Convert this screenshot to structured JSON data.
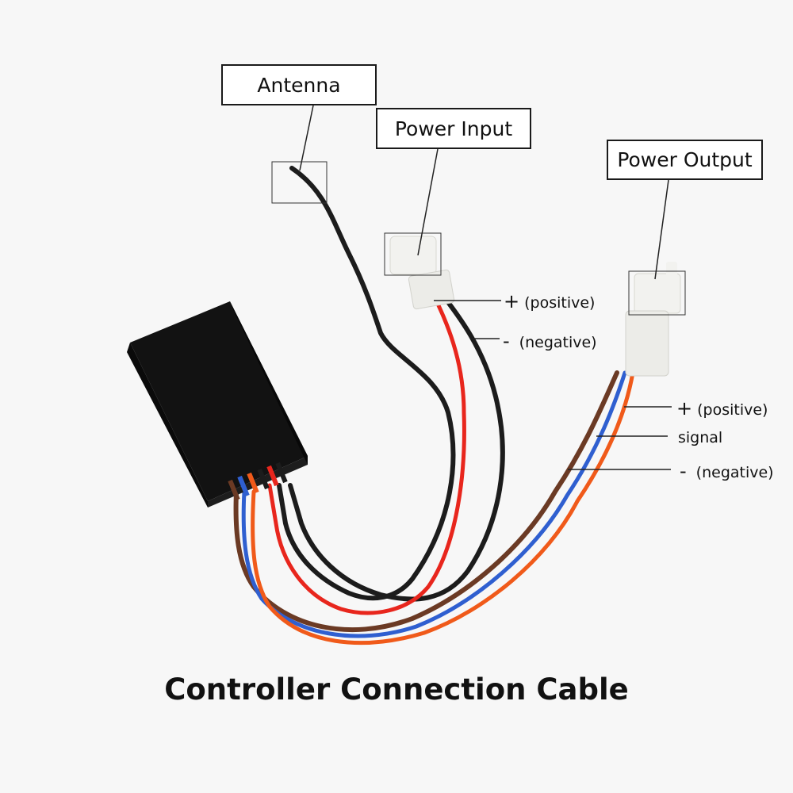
{
  "labels": {
    "antenna": "Antenna",
    "power_input": "Power Input",
    "power_output": "Power Output"
  },
  "power_input_pins": {
    "positive_sign": "+",
    "positive": "(positive)",
    "negative_sign": "-",
    "negative": "(negative)"
  },
  "power_output_pins": {
    "positive_sign": "+",
    "positive": "(positive)",
    "signal": "signal",
    "negative_sign": "-",
    "negative": "(negative)"
  },
  "caption": "Controller Connection Cable",
  "colors": {
    "wire_red": "#e8261d",
    "wire_black": "#1c1c1c",
    "wire_blue": "#2f5fd0",
    "wire_orange": "#f05a1a",
    "wire_brown": "#6b3a24",
    "module_body": "#121212",
    "connector": "#f2f2ef"
  }
}
